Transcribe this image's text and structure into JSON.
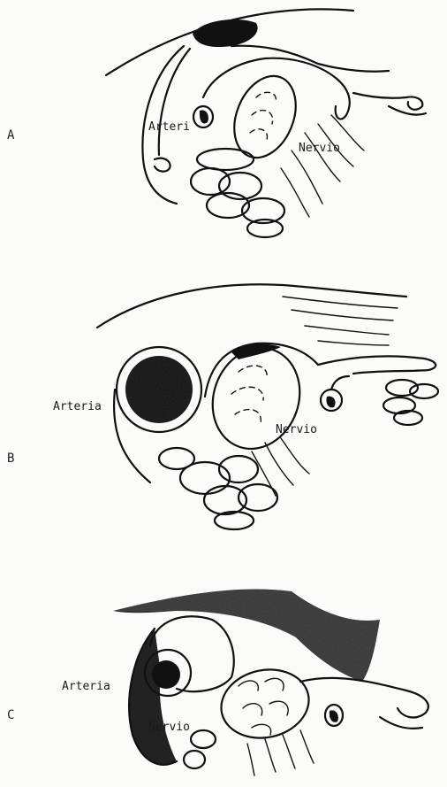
{
  "panels": [
    {
      "letter": "A",
      "labels": {
        "artery": "Arteri",
        "nerve": "Nervio"
      }
    },
    {
      "letter": "B",
      "labels": {
        "artery": "Arteria",
        "nerve": "Nervio"
      }
    },
    {
      "letter": "C",
      "labels": {
        "artery": "Arteria",
        "nerve": "Nervio"
      }
    }
  ],
  "colors": {
    "ink": "#111111",
    "shade": "#555555"
  }
}
